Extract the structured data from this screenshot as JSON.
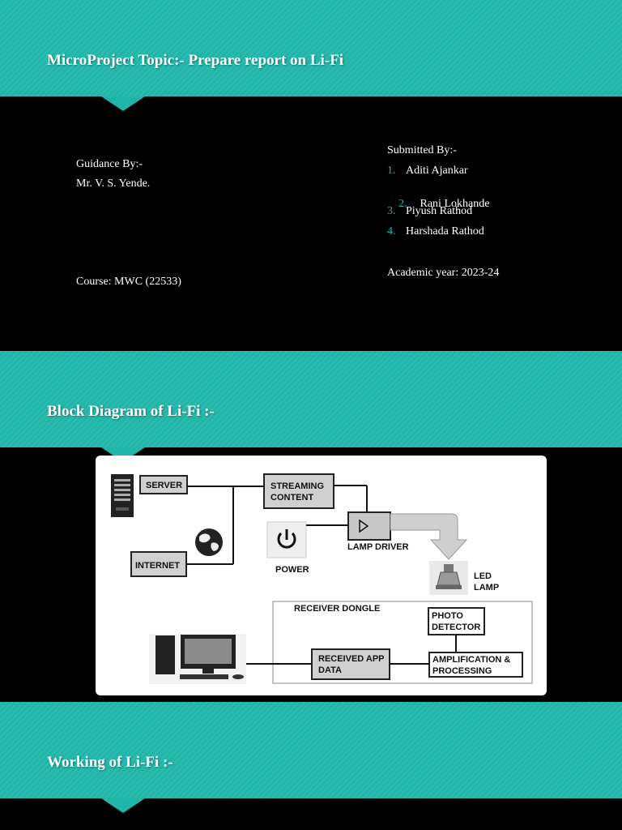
{
  "slide1": {
    "title": "MicroProject Topic:- Prepare report on Li-Fi",
    "guidance_label": "Guidance By:-",
    "guide_name": "Mr. V. S. Yende.",
    "course": "Course: MWC (22533)",
    "submitted_label": "Submitted By:-",
    "members": [
      {
        "num": "1.",
        "name": "Aditi Ajankar"
      },
      {
        "num": "2.",
        "name": " Rani Lokhande"
      },
      {
        "num": "3.",
        "name": "Piyush Rathod"
      },
      {
        "num": "4.",
        "name": "Harshada Rathod"
      }
    ],
    "academic_year": "Academic year: 2023-24"
  },
  "slide2": {
    "title": "Block Diagram of Li-Fi :-",
    "diagram": {
      "server": "SERVER",
      "streaming_1": "STREAMING",
      "streaming_2": "CONTENT",
      "internet": "INTERNET",
      "power": "POWER",
      "lamp_driver": "LAMP DRIVER",
      "led_1": "LED",
      "led_2": "LAMP",
      "receiver_dongle": "RECEIVER DONGLE",
      "photo_1": "PHOTO",
      "photo_2": "DETECTOR",
      "received_1": "RECEIVED APP",
      "received_2": "DATA",
      "amp_1": "AMPLIFICATION &",
      "amp_2": "PROCESSING"
    }
  },
  "slide3": {
    "title": "Working of Li-Fi :-"
  },
  "colors": {
    "accent": "#1fb5a8",
    "background": "#000000",
    "text": "#ffffff"
  }
}
